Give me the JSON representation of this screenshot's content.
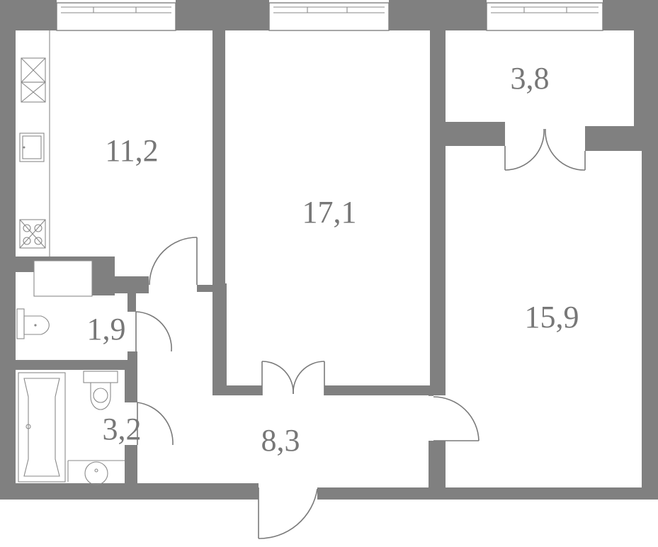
{
  "plan": {
    "rooms": [
      {
        "id": "kitchen",
        "area_label": "11,2"
      },
      {
        "id": "bedroom",
        "area_label": "17,1"
      },
      {
        "id": "storage",
        "area_label": "3,8"
      },
      {
        "id": "living-room",
        "area_label": "15,9"
      },
      {
        "id": "wc",
        "area_label": "1,9"
      },
      {
        "id": "bathroom",
        "area_label": "3,2"
      },
      {
        "id": "hallway",
        "area_label": "8,3"
      }
    ]
  }
}
